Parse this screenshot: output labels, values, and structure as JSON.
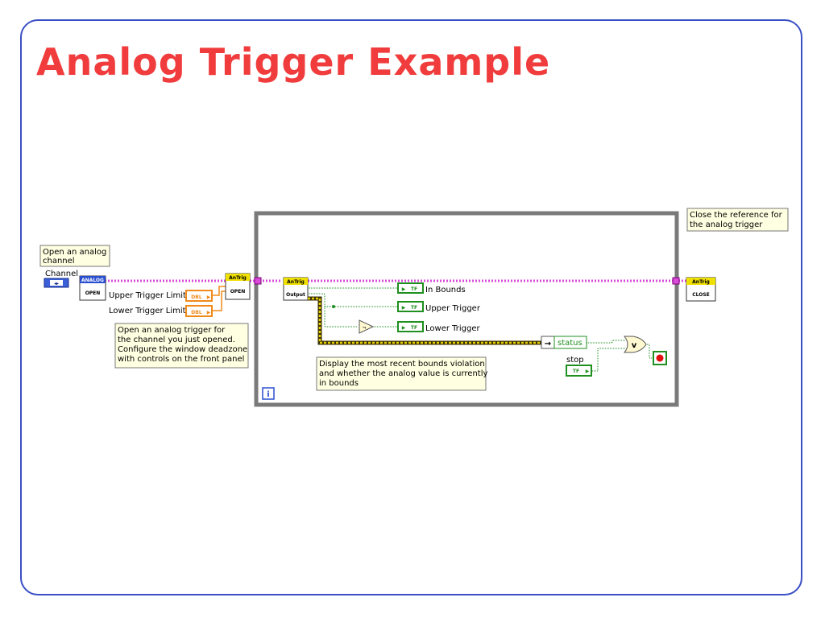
{
  "slide": {
    "title": "Analog Trigger Example"
  },
  "comments": {
    "open_channel_line1": "Open an analog",
    "open_channel_line2": "channel",
    "open_trigger_line1": "Open an analog trigger for",
    "open_trigger_line2": "the channel you just opened.",
    "open_trigger_line3": "Configure the window deadzone",
    "open_trigger_line4": "with controls on the front panel",
    "close_line1": "Close the reference for",
    "close_line2": "the analog trigger",
    "display_line1": "Display the most recent bounds violation",
    "display_line2": "and whether the analog value is currently",
    "display_line3": "in bounds"
  },
  "labels": {
    "channel": "Channel",
    "upper_limit": "Upper Trigger Limit",
    "lower_limit": "Lower Trigger Limit",
    "in_bounds": "In Bounds",
    "upper_trigger": "Upper Trigger",
    "lower_trigger": "Lower Trigger",
    "status": "status",
    "stop": "stop"
  },
  "nodes": {
    "analog_header": "ANALOG",
    "analog_open": "OPEN",
    "antrig_header": "AnTrig",
    "antrig_open": "OPEN",
    "antrig_output": "Output",
    "antrig_close": "CLOSE",
    "dbl": "DBL",
    "tf": "TF",
    "or_symbol": "v",
    "not_symbol": "¬",
    "loop_iteration": "i"
  },
  "colors": {
    "title": "#f03c3c",
    "frame_border": "#3a4fc4",
    "refnum_wire": "#d94bd9",
    "error_wire": "#c8b400",
    "boolean_wire": "#1f8f1f",
    "dbl_terminal": "#f08a1a",
    "comment_bg": "#ffffe1"
  }
}
